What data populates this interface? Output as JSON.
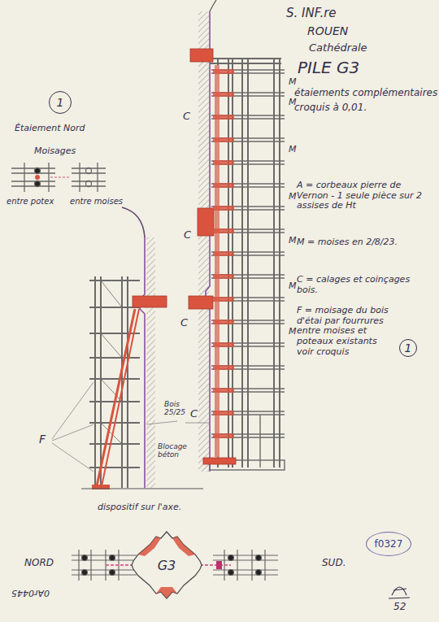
{
  "diagram": {
    "nodes": [
      {
        "text": [
          "1"
        ]
      },
      {
        "text": [
          "1"
        ]
      },
      {
        "text": [
          "G3"
        ]
      },
      {
        "text": [
          "f0327"
        ]
      }
    ],
    "labels": [
      "S. INF.re",
      "ROUEN",
      "Cathédrale",
      "PILE G3",
      "étaiements complémentaires",
      "croquis à 0,01.",
      "A = corbeaux pierre de Vernon - 1 seule pièce sur 2 assises de Ht",
      "M = moises en 2/8/23.",
      "C = calages et coinçages bois.",
      "F = moisage du bois d'étai par fourrures entre moises et poteaux existants voir croquis",
      "Étaiement Nord",
      "Moisages",
      "entre potex",
      "entre moises",
      "C",
      "C",
      "C",
      "C",
      "M",
      "M",
      "M",
      "M",
      "M",
      "M",
      "M",
      "F",
      "Bois 25/25",
      "Blocage béton",
      "dispositif sur l'axe.",
      "NORD",
      "SUD.",
      "0Ar0445",
      "52"
    ]
  }
}
